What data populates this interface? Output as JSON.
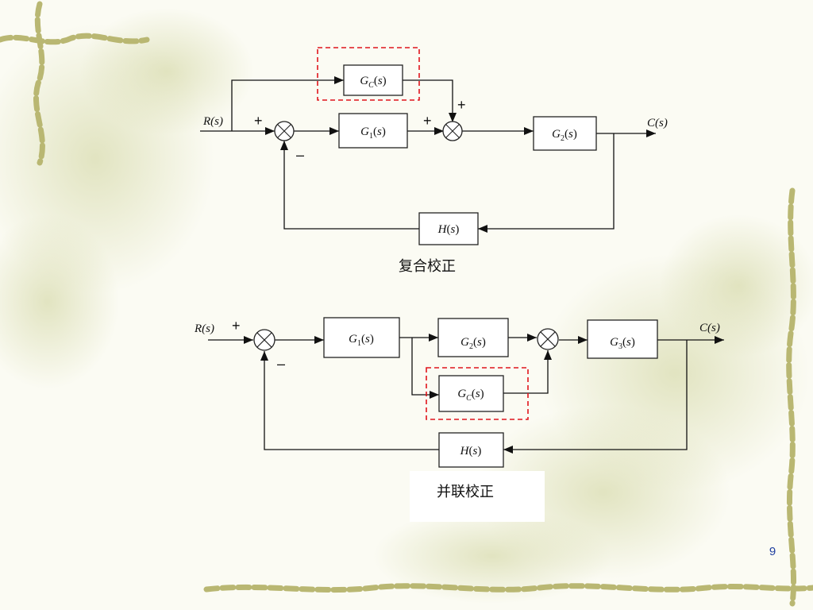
{
  "slide": {
    "page_number": "9"
  },
  "diagram1": {
    "caption": "复合校正",
    "input_label": "R(s)",
    "output_label": "C(s)",
    "blocks": {
      "gc": "G_C(s)",
      "g1": "G_1(s)",
      "g2": "G_2(s)",
      "h": "H(s)"
    },
    "signs": {
      "sum1_plus": "+",
      "sum1_minus": "–",
      "sum2_plus_left": "+",
      "sum2_plus_top": "+"
    }
  },
  "diagram2": {
    "caption": "并联校正",
    "input_label": "R(s)",
    "output_label": "C(s)",
    "blocks": {
      "g1": "G_1(s)",
      "g2": "G_2(s)",
      "g3": "G_3(s)",
      "gc": "G_C(s)",
      "h": "H(s)"
    },
    "signs": {
      "sum1_plus": "+",
      "sum1_minus": "–"
    }
  },
  "colors": {
    "highlight": "#e0141c",
    "decoration": "#c9c98a",
    "page_number": "#1f3fa0"
  }
}
